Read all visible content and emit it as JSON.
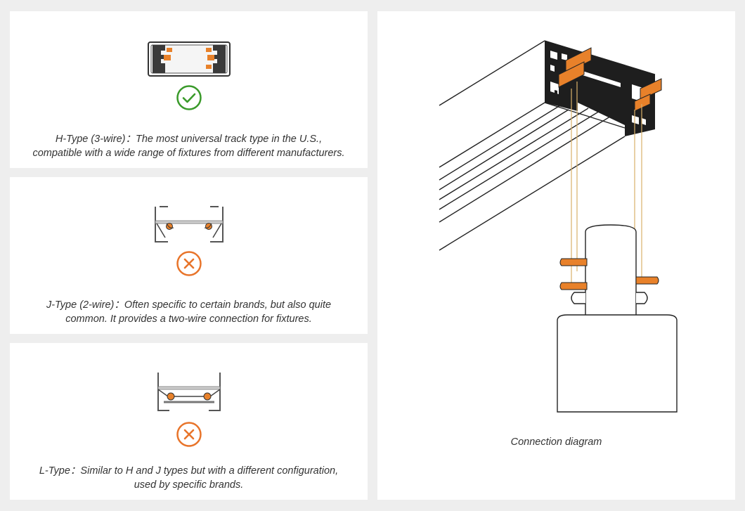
{
  "colors": {
    "accent_orange": "#e8812a",
    "check_green": "#3a9a2a",
    "cross_orange": "#e8742a",
    "line_dark": "#222222",
    "wire_gold": "#d8b06a"
  },
  "track_types": [
    {
      "name": "H-Type (3-wire)",
      "separator": "：",
      "description_line1": "The most universal track type in the U.S.,",
      "description_line2": "compatible with a wide range of fixtures from different manufacturers.",
      "status": "compatible",
      "status_icon": "check-circle-icon"
    },
    {
      "name": "J-Type (2-wire)",
      "separator": "：",
      "description_line1": "Often specific to certain brands, but also quite",
      "description_line2": "common. It provides a two-wire connection for fixtures.",
      "status": "incompatible",
      "status_icon": "cross-circle-icon"
    },
    {
      "name": "L-Type",
      "separator": "：",
      "description_line1": "Similar to H and J types but with a different configuration,",
      "description_line2": "used by specific brands.",
      "status": "incompatible",
      "status_icon": "cross-circle-icon"
    }
  ],
  "diagram": {
    "caption": "Connection diagram"
  }
}
